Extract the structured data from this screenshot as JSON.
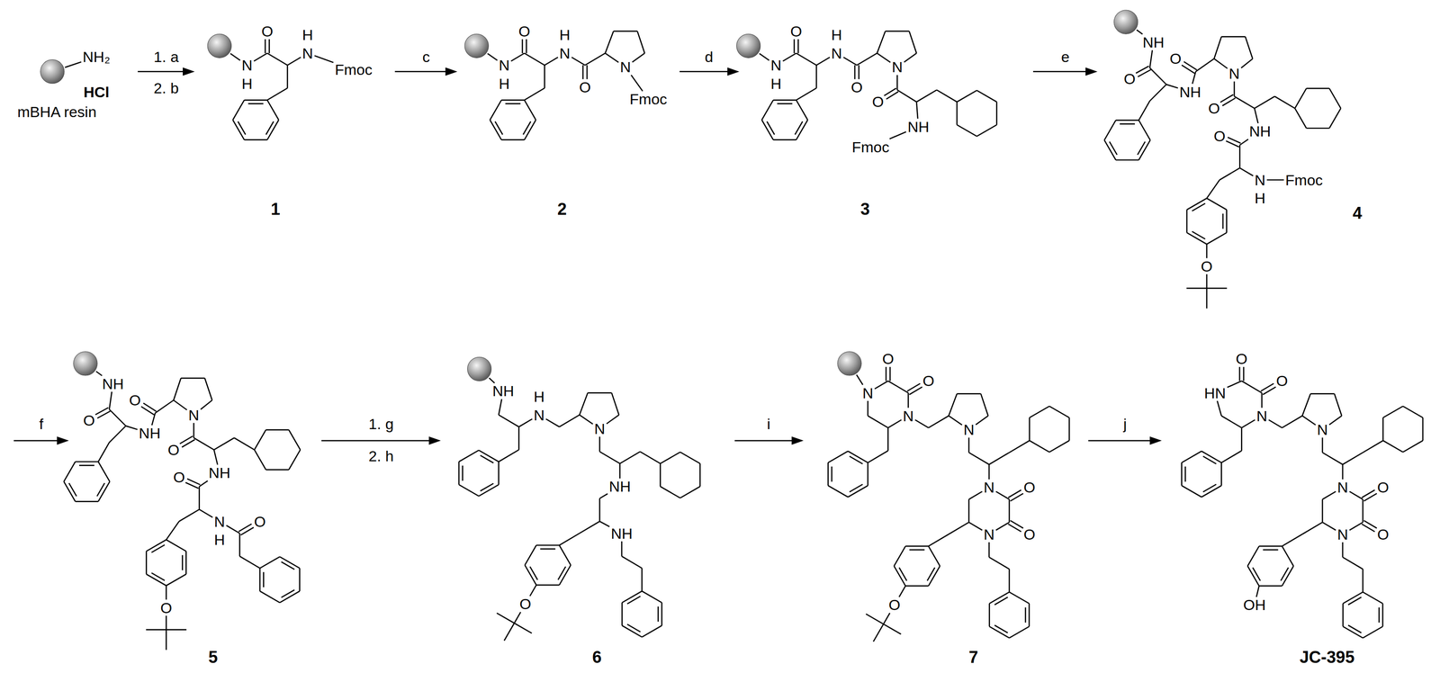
{
  "diagram": {
    "labels": [
      "NH₂",
      "HCl",
      "mBHA resin",
      "1. a",
      "2. b",
      "N",
      "H",
      "O",
      "N",
      "H",
      "Fmoc",
      "1",
      "c",
      "N",
      "H",
      "O",
      "N",
      "H",
      "O",
      "N",
      "Fmoc",
      "2",
      "d",
      "N",
      "H",
      "O",
      "N",
      "H",
      "O",
      "N",
      "O",
      "NH",
      "Fmoc",
      "3",
      "e",
      "NH",
      "O",
      "NH",
      "O",
      "N",
      "O",
      "NH",
      "O",
      "N",
      "H",
      "O",
      "Fmoc",
      "4",
      "f",
      "NH",
      "O",
      "NH",
      "O",
      "N",
      "O",
      "NH",
      "O",
      "N",
      "H",
      "O",
      "O",
      "5",
      "1. g",
      "2. h",
      "NH",
      "N",
      "H",
      "N",
      "NH",
      "NH",
      "O",
      "6",
      "i",
      "N",
      "O",
      "O",
      "N",
      "N",
      "N",
      "O",
      "O",
      "N",
      "O",
      "7",
      "j",
      "HN",
      "O",
      "O",
      "N",
      "N",
      "N",
      "O",
      "O",
      "N",
      "OH",
      "JC-395"
    ]
  }
}
